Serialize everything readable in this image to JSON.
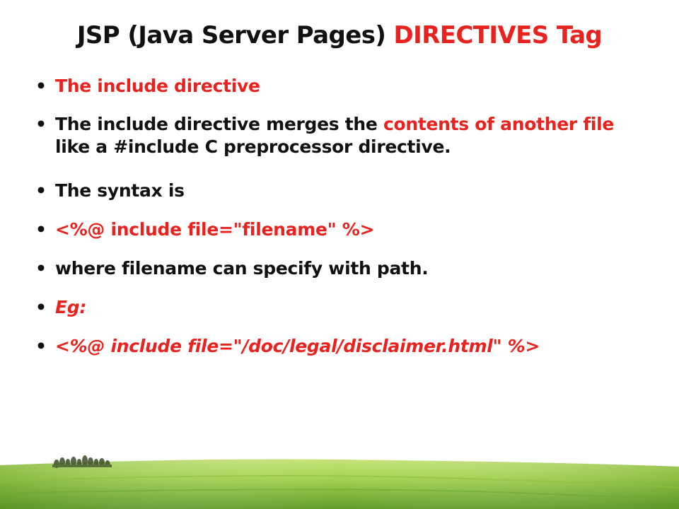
{
  "slide": {
    "title_part1": "JSP (Java Server Pages) ",
    "title_part2": "DIRECTIVES Tag",
    "bullet_char": "•",
    "bullets": {
      "b1": "The include directive",
      "b2_part1": "The include directive merges the ",
      "b2_part2": "contents of another file",
      "b2_part3": " like a #include C preprocessor directive.",
      "b3": "The syntax is",
      "b4": "<%@ include file=\"filename\" %>",
      "b5": "where filename can specify with path.",
      "b6": "Eg:",
      "b7": "<%@ include file=\"/doc/legal/disclaimer.html\" %>"
    },
    "colors": {
      "accent": "#e8231f",
      "text": "#111111",
      "grass_light": "#a9d653",
      "grass_dark": "#5f9b28",
      "sky": "#ffffff"
    }
  }
}
